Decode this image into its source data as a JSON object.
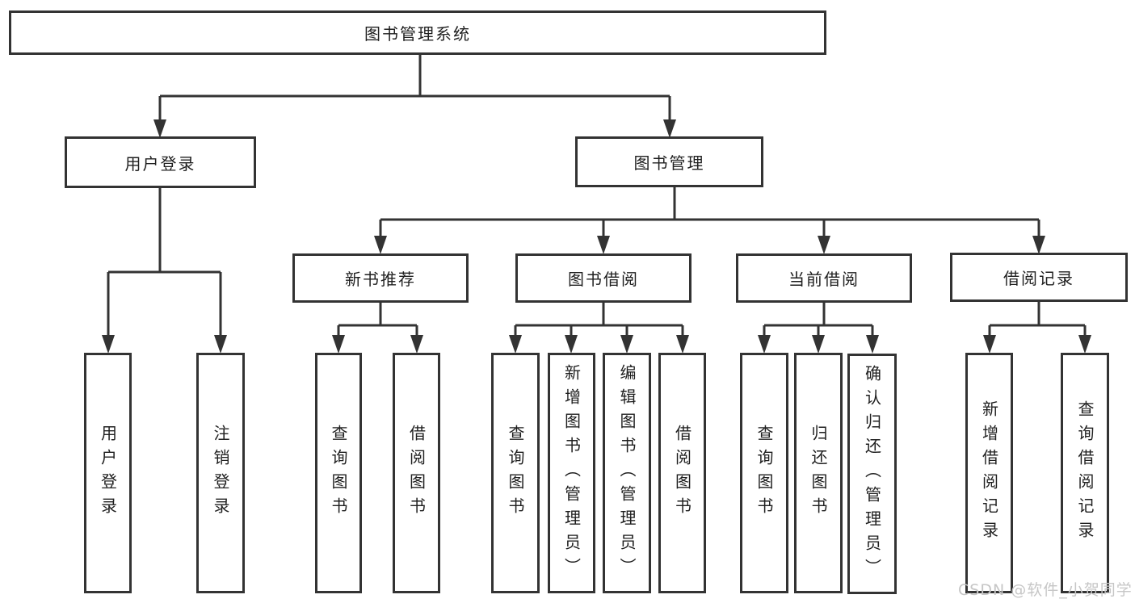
{
  "tree": {
    "root": {
      "label": "图书管理系统"
    },
    "level2": [
      {
        "label": "用户登录",
        "children": [
          {
            "label": "用户登录"
          },
          {
            "label": "注销登录"
          }
        ]
      },
      {
        "label": "图书管理",
        "children": [
          {
            "label": "新书推荐",
            "children": [
              {
                "label": "查询图书"
              },
              {
                "label": "借阅图书"
              }
            ]
          },
          {
            "label": "图书借阅",
            "children": [
              {
                "label": "查询图书"
              },
              {
                "label": "新增图书（管理员）"
              },
              {
                "label": "编辑图书（管理员）"
              },
              {
                "label": "借阅图书"
              }
            ]
          },
          {
            "label": "当前借阅",
            "children": [
              {
                "label": "查询图书"
              },
              {
                "label": "归还图书"
              },
              {
                "label": "确认归还（管理员）"
              }
            ]
          },
          {
            "label": "借阅记录",
            "children": [
              {
                "label": "新增借阅记录"
              },
              {
                "label": "查询借阅记录"
              }
            ]
          }
        ]
      }
    ]
  },
  "watermark": {
    "text": "CSDN @软件_小贺同学"
  },
  "colors": {
    "line": "#333333",
    "box_border": "#333333",
    "box_background": "#ffffff",
    "text": "#1f1f1f",
    "watermark": "#c6c6c6",
    "background": "#ffffff"
  }
}
